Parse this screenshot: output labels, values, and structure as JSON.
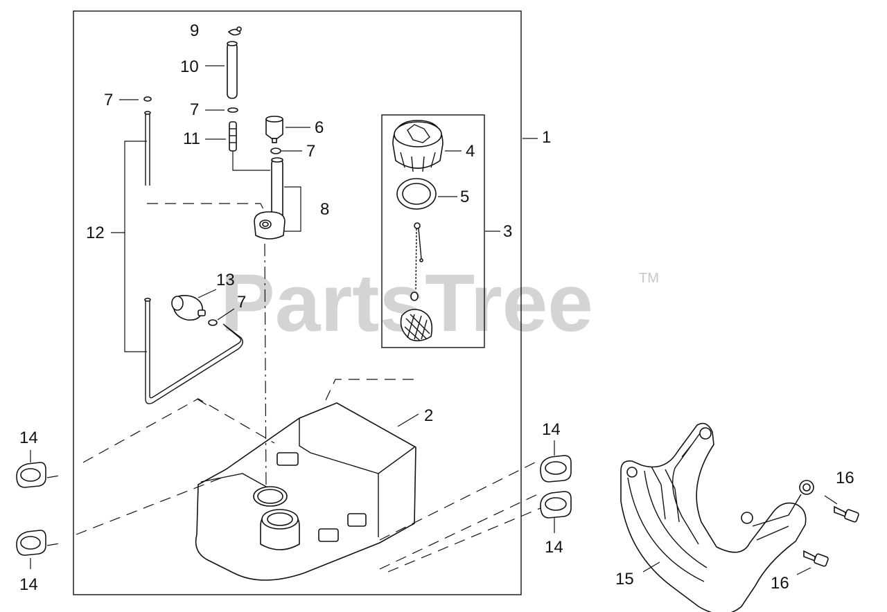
{
  "watermark": {
    "brand": "PartsTree",
    "trademark": "TM"
  },
  "labels": {
    "l1": "1",
    "l2": "2",
    "l3": "3",
    "l4": "4",
    "l5": "5",
    "l6": "6",
    "l7a": "7",
    "l7b": "7",
    "l7c": "7",
    "l7d": "7",
    "l8": "8",
    "l9": "9",
    "l10": "10",
    "l11": "11",
    "l12": "12",
    "l13": "13",
    "l14a": "14",
    "l14b": "14",
    "l14c": "14",
    "l14d": "14",
    "l15": "15",
    "l16a": "16",
    "l16b": "16"
  }
}
